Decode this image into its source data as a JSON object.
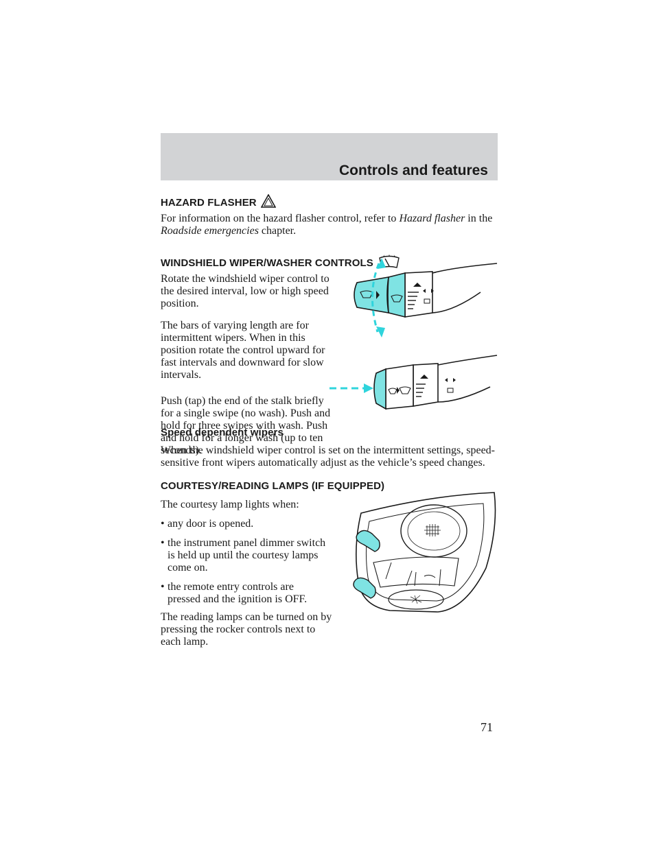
{
  "header": {
    "section_title": "Controls and features"
  },
  "hazard": {
    "heading": "HAZARD FLASHER",
    "para_prefix": "For information on the hazard flasher control, refer to",
    "para_link1": "Hazard flasher",
    "para_mid": "in the",
    "para_link2": "Roadside emergencies",
    "para_suffix": "chapter."
  },
  "wiper": {
    "heading": "WINDSHIELD WIPER/WASHER CONTROLS",
    "para1": "Rotate the windshield wiper control to the desired interval, low or high speed position.",
    "para2": "The bars of varying length are for intermittent wipers. When in this position rotate the control upward for fast intervals and downward for slow intervals.",
    "para3": "Push (tap) the end of the stalk briefly for a single swipe (no wash). Push and hold for three swipes with wash. Push and hold for a longer wash (up to ten seconds)."
  },
  "speed": {
    "heading": "Speed dependent wipers",
    "para": "When the windshield wiper control is set on the intermittent settings, speed-sensitive front wipers automatically adjust as the vehicle’s speed changes."
  },
  "courtesy": {
    "heading": "COURTESY/READING LAMPS (IF EQUIPPED)",
    "intro": "The courtesy lamp lights when:",
    "bullets": [
      "any door is opened.",
      "the instrument panel dimmer switch is held up until the courtesy lamps come on.",
      "the remote entry controls are pressed and the ignition is OFF."
    ],
    "para": "The reading lamps can be turned on by pressing the rocker controls next to each lamp."
  },
  "page_number": "71",
  "colors": {
    "accent": "#7fe3e3",
    "band": "#d2d3d5"
  }
}
